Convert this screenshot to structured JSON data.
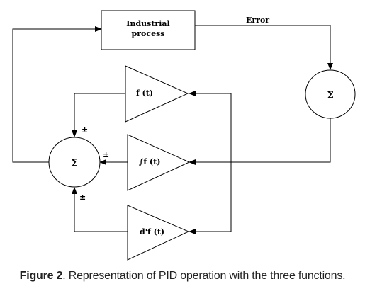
{
  "diagram": {
    "process_label_line1": "Industrial",
    "process_label_line2": "process",
    "error_label": "Error",
    "summing_right_symbol": "Σ",
    "summing_left_symbol": "Σ",
    "block_top_label": "f (t)",
    "block_mid_label": "∫f (t)",
    "block_bottom_label": "d'f (t)",
    "sign_top": "±",
    "sign_mid": "±",
    "sign_bottom": "±"
  },
  "caption": {
    "figure_label": "Figure 2",
    "text": ". Representation of PID operation with the three functions."
  }
}
